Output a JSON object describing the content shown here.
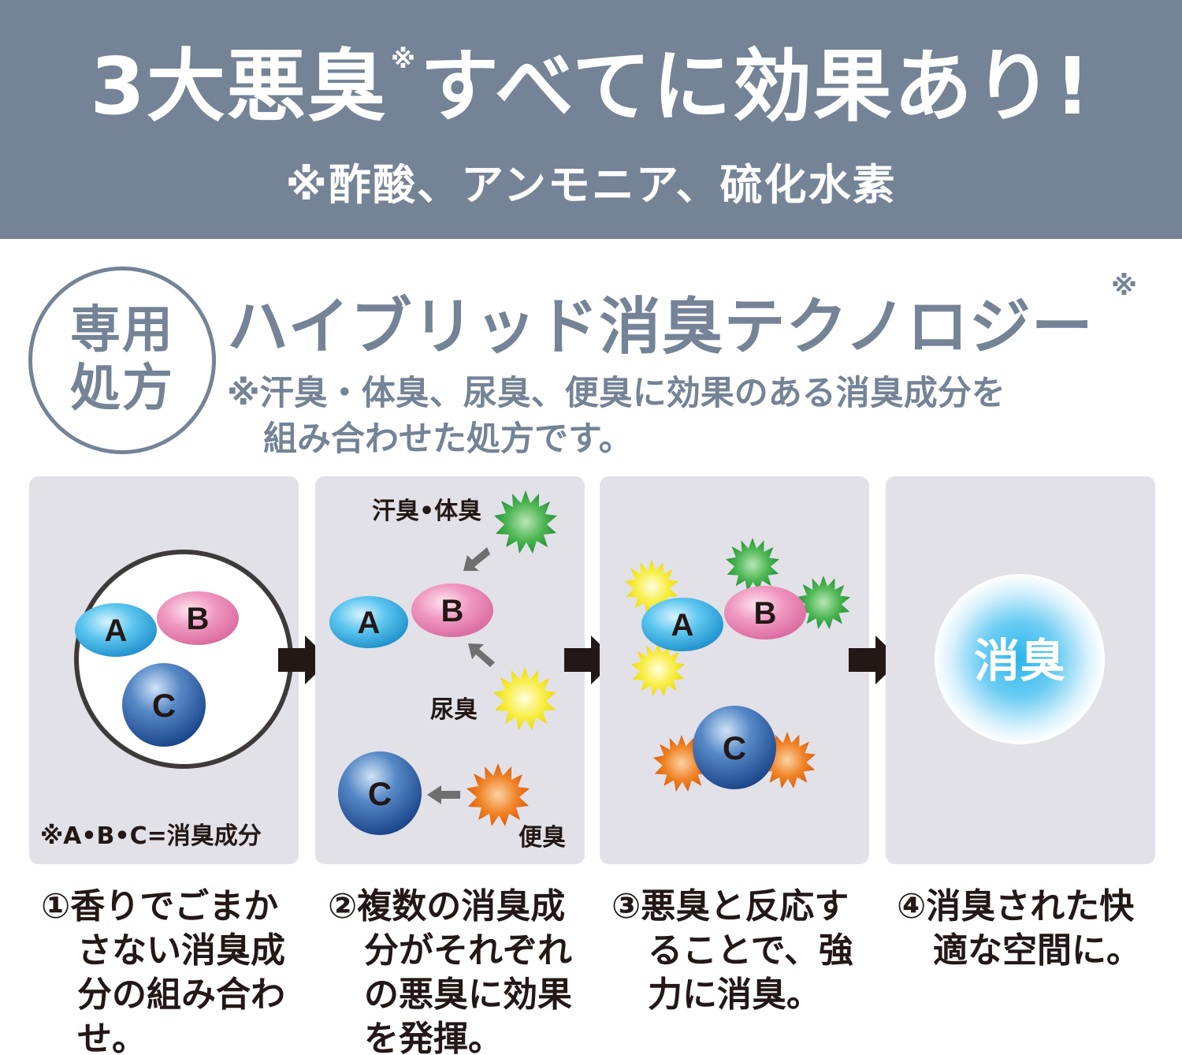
{
  "banner": {
    "title_main": "3大悪臭",
    "title_mark": "※",
    "title_rest": "すべてに効果あり!",
    "subtitle": "※酢酸、アンモニア、硫化水素"
  },
  "badge": {
    "line1": "専用",
    "line2": "処方"
  },
  "technology": {
    "title": "ハイブリッド消臭テクノロジー",
    "mark": "※",
    "note_line1": "※汗臭・体臭、尿臭、便臭に効果のある消臭成分を",
    "note_line2": "組み合わせた処方です。"
  },
  "panels": {
    "p1": {
      "a": "A",
      "b": "B",
      "c": "C",
      "note": "※A•B•C=消臭成分"
    },
    "p2": {
      "a": "A",
      "b": "B",
      "c": "C",
      "sweat": "汗臭•体臭",
      "urine": "尿臭",
      "feces": "便臭"
    },
    "p3": {
      "a": "A",
      "b": "B",
      "c": "C"
    },
    "p4": {
      "label": "消臭"
    }
  },
  "captions": [
    "①香りでごまかさない消臭成分の組み合わせ。",
    "②複数の消臭成分がそれぞれの悪臭に効果を発揮。",
    "③悪臭と反応することで、強力に消臭。",
    "④消臭された快適な空間に。"
  ],
  "colors": {
    "banner_bg": "#748396",
    "panel_bg": "#e2e1e8",
    "arrow": "#231815",
    "molecule_a": "#3ab4e6",
    "molecule_b": "#ec8cb8",
    "molecule_c": "#2a5fa8",
    "odor_green": "#3fae49",
    "odor_yellow": "#f5e92b",
    "odor_orange": "#ee7418",
    "deodorize_glow": "#29b5ec"
  }
}
